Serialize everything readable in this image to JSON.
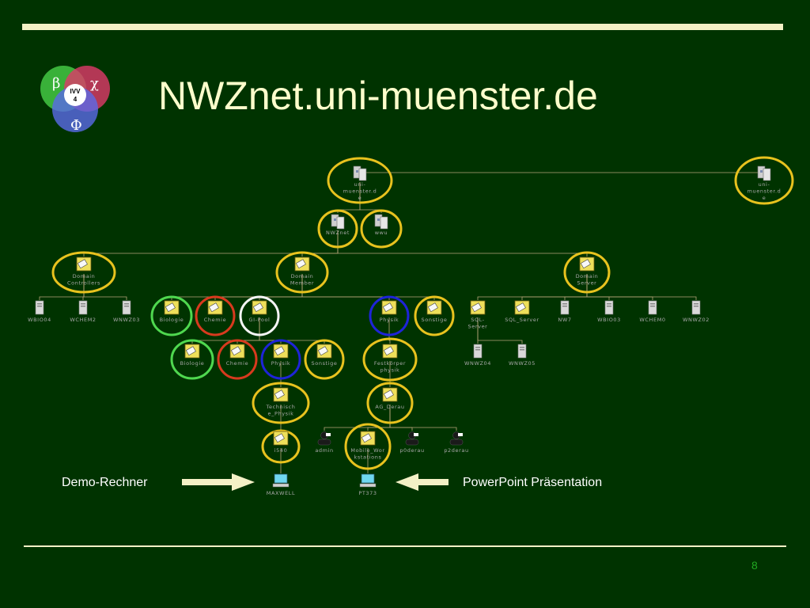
{
  "title": "NWZnet.uni-muenster.de",
  "slide_number": "8",
  "logo": {
    "top_left": "β",
    "top_right": "χ",
    "bottom": "Φ",
    "center_line1": "IVV",
    "center_line2": "4"
  },
  "demo_label": "Demo-Rechner",
  "ppt_label": "PowerPoint Präsentation",
  "nodes": [
    {
      "id": "uni1",
      "label": "uni-muenster.de",
      "type": "domain",
      "ring": "#e8c21e"
    },
    {
      "id": "uni2",
      "label": "uni-muenster.de",
      "type": "domain",
      "ring": "#e8c21e"
    },
    {
      "id": "nwznet",
      "label": "NWZnet",
      "type": "domain",
      "ring": "#e8c21e"
    },
    {
      "id": "wwu",
      "label": "wwu",
      "type": "domain",
      "ring": "#e8c21e"
    },
    {
      "id": "dc",
      "label": "Domain Controllers",
      "type": "ou",
      "ring": "#e8c21e"
    },
    {
      "id": "dm",
      "label": "Domain Member",
      "type": "ou",
      "ring": "#e8c21e"
    },
    {
      "id": "ds",
      "label": "Domain Server",
      "type": "ou",
      "ring": "#e8c21e"
    },
    {
      "id": "wbio04",
      "label": "WBIO04",
      "type": "server"
    },
    {
      "id": "wchem2",
      "label": "WCHEM2",
      "type": "server"
    },
    {
      "id": "wnwz03",
      "label": "WNWZ03",
      "type": "server"
    },
    {
      "id": "bio1",
      "label": "Biologie",
      "type": "ou",
      "ring": "#4fd84f"
    },
    {
      "id": "chem1",
      "label": "Chemie",
      "type": "ou",
      "ring": "#d83a1e"
    },
    {
      "id": "gpool",
      "label": "GI-Pool",
      "type": "ou",
      "ring": "#f4f4f4"
    },
    {
      "id": "phys1",
      "label": "Physik",
      "type": "ou",
      "ring": "#1e24d8"
    },
    {
      "id": "sonst1",
      "label": "Sonstige",
      "type": "ou",
      "ring": "#e8c21e"
    },
    {
      "id": "sqls",
      "label": "SQL-Server",
      "type": "ou"
    },
    {
      "id": "sql2",
      "label": "SQL_Server",
      "type": "ou"
    },
    {
      "id": "nw7",
      "label": "NW7",
      "type": "server"
    },
    {
      "id": "wbio03",
      "label": "WBIO03",
      "type": "server"
    },
    {
      "id": "wchem0",
      "label": "WCHEM0",
      "type": "server"
    },
    {
      "id": "wnwz02",
      "label": "WNWZ02",
      "type": "server"
    },
    {
      "id": "wnwz04",
      "label": "WNWZ04",
      "type": "server"
    },
    {
      "id": "wnwz05",
      "label": "WNWZ05",
      "type": "server"
    },
    {
      "id": "bio2",
      "label": "Biologie",
      "type": "ou",
      "ring": "#4fd84f"
    },
    {
      "id": "chem2",
      "label": "Chemie",
      "type": "ou",
      "ring": "#d83a1e"
    },
    {
      "id": "phys2",
      "label": "Physik",
      "type": "ou",
      "ring": "#1e24d8"
    },
    {
      "id": "sonst2",
      "label": "Sonstige",
      "type": "ou",
      "ring": "#e8c21e"
    },
    {
      "id": "fest",
      "label": "Festkörperphysik",
      "type": "ou",
      "ring": "#e8c21e"
    },
    {
      "id": "tech",
      "label": "Technische_Physik",
      "type": "ou",
      "ring": "#e8c21e"
    },
    {
      "id": "agderau",
      "label": "AG_Derau",
      "type": "ou",
      "ring": "#e8c21e"
    },
    {
      "id": "i540",
      "label": "i540",
      "type": "ou",
      "ring": "#e8c21e"
    },
    {
      "id": "admin",
      "label": "admin",
      "type": "user"
    },
    {
      "id": "mobile",
      "label": "Mobile_Workstations",
      "type": "ou",
      "ring": "#e8c21e"
    },
    {
      "id": "p0",
      "label": "p0derau",
      "type": "user"
    },
    {
      "id": "p2",
      "label": "p2derau",
      "type": "user"
    },
    {
      "id": "maxwell",
      "label": "MAXWELL",
      "type": "computer"
    },
    {
      "id": "pt373",
      "label": "PT373",
      "type": "computer"
    }
  ],
  "edges": [
    [
      "uni1",
      "uni2"
    ],
    [
      "uni1",
      "nwznet"
    ],
    [
      "uni1",
      "wwu"
    ],
    [
      "nwznet",
      "dc"
    ],
    [
      "nwznet",
      "dm"
    ],
    [
      "nwznet",
      "ds"
    ],
    [
      "dc",
      "wbio04"
    ],
    [
      "dc",
      "wchem2"
    ],
    [
      "dc",
      "wnwz03"
    ],
    [
      "dm",
      "bio1"
    ],
    [
      "dm",
      "chem1"
    ],
    [
      "dm",
      "gpool"
    ],
    [
      "dm",
      "phys1"
    ],
    [
      "dm",
      "sonst1"
    ],
    [
      "gpool",
      "bio2"
    ],
    [
      "gpool",
      "chem2"
    ],
    [
      "gpool",
      "phys2"
    ],
    [
      "gpool",
      "sonst2"
    ],
    [
      "phys1",
      "fest"
    ],
    [
      "fest",
      "agderau"
    ],
    [
      "phys2",
      "tech"
    ],
    [
      "tech",
      "i540"
    ],
    [
      "i540",
      "maxwell"
    ],
    [
      "agderau",
      "admin"
    ],
    [
      "agderau",
      "mobile"
    ],
    [
      "agderau",
      "p0"
    ],
    [
      "agderau",
      "p2"
    ],
    [
      "mobile",
      "pt373"
    ],
    [
      "ds",
      "sqls"
    ],
    [
      "ds",
      "sql2"
    ],
    [
      "ds",
      "nw7"
    ],
    [
      "ds",
      "wbio03"
    ],
    [
      "ds",
      "wchem0"
    ],
    [
      "ds",
      "wnwz02"
    ],
    [
      "sqls",
      "wnwz04"
    ],
    [
      "sqls",
      "wnwz05"
    ]
  ],
  "colors": {
    "background": "#003300",
    "accent": "#f4f1c6",
    "title": "#ffffcc",
    "lines": "#b8a47a"
  }
}
